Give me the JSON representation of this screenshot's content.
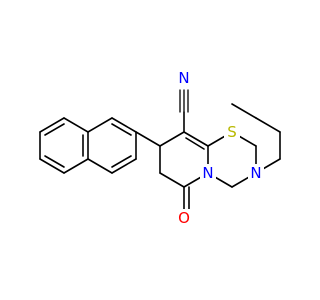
{
  "molecule": {
    "atoms": {
      "n_nitrile": {
        "symbol": "N",
        "color": "#0000FF"
      },
      "c_nitrile": {
        "symbol": "C",
        "color": "#000000"
      },
      "s": {
        "symbol": "S",
        "color": "#B8B800"
      },
      "n_ring": {
        "symbol": "N",
        "color": "#0000FF"
      },
      "n_benzyl": {
        "symbol": "N",
        "color": "#0000FF"
      },
      "o": {
        "symbol": "O",
        "color": "#FF0000"
      }
    }
  }
}
